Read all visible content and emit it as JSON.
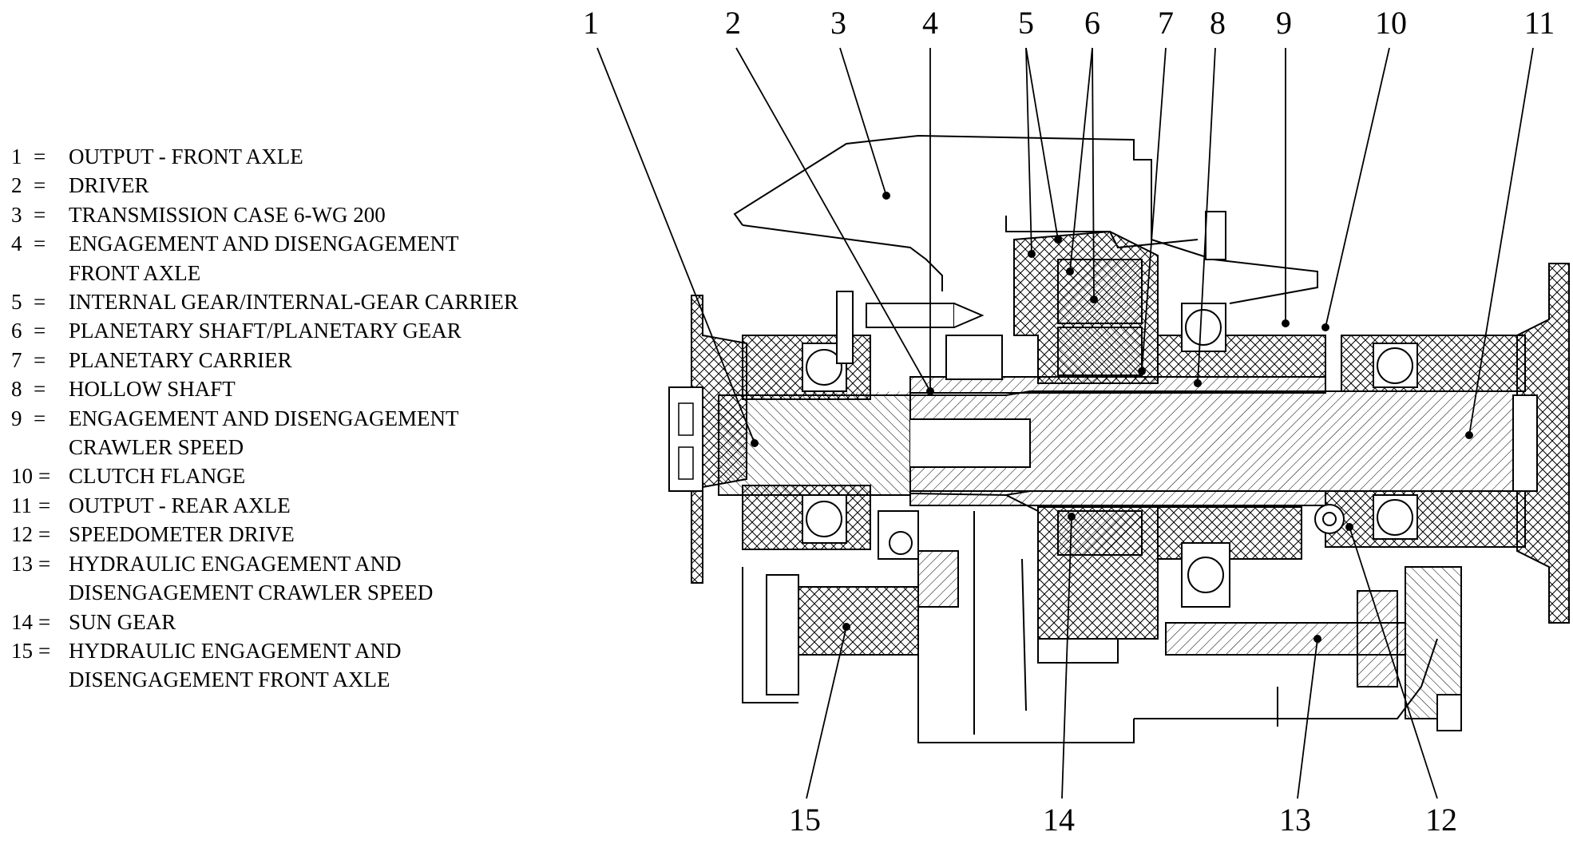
{
  "legend": [
    {
      "num": "1",
      "sep": "=",
      "lines": [
        "OUTPUT - FRONT AXLE"
      ]
    },
    {
      "num": "2",
      "sep": "=",
      "lines": [
        "DRIVER"
      ]
    },
    {
      "num": "3",
      "sep": "=",
      "lines": [
        "TRANSMISSION CASE 6-WG 200"
      ]
    },
    {
      "num": "4",
      "sep": "=",
      "lines": [
        "ENGAGEMENT AND DISENGAGEMENT",
        "FRONT AXLE"
      ]
    },
    {
      "num": "5",
      "sep": "=",
      "lines": [
        "INTERNAL GEAR/INTERNAL-GEAR CARRIER"
      ]
    },
    {
      "num": "6",
      "sep": "=",
      "lines": [
        "PLANETARY SHAFT/PLANETARY GEAR"
      ]
    },
    {
      "num": "7",
      "sep": "=",
      "lines": [
        "PLANETARY CARRIER"
      ]
    },
    {
      "num": "8",
      "sep": "=",
      "lines": [
        "HOLLOW SHAFT"
      ]
    },
    {
      "num": "9",
      "sep": "=",
      "lines": [
        "ENGAGEMENT AND DISENGAGEMENT",
        "CRAWLER SPEED"
      ]
    },
    {
      "num": "10",
      "sep": "=",
      "lines": [
        "CLUTCH FLANGE"
      ]
    },
    {
      "num": "11",
      "sep": "=",
      "lines": [
        "OUTPUT - REAR AXLE"
      ]
    },
    {
      "num": "12",
      "sep": "=",
      "lines": [
        "SPEEDOMETER DRIVE"
      ]
    },
    {
      "num": "13",
      "sep": "=",
      "lines": [
        "HYDRAULIC ENGAGEMENT AND",
        "DISENGAGEMENT CRAWLER SPEED"
      ]
    },
    {
      "num": "14",
      "sep": "=",
      "lines": [
        "SUN GEAR"
      ]
    },
    {
      "num": "15",
      "sep": "=",
      "lines": [
        "HYDRAULIC ENGAGEMENT AND",
        "DISENGAGEMENT FRONT AXLE"
      ]
    }
  ],
  "callouts": {
    "c1": "1",
    "c2": "2",
    "c3": "3",
    "c4": "4",
    "c5": "5",
    "c6": "6",
    "c7": "7",
    "c8": "8",
    "c9": "9",
    "c10": "10",
    "c11": "11",
    "c12": "12",
    "c13": "13",
    "c14": "14",
    "c15": "15"
  },
  "colors": {
    "ink": "#000000",
    "paper": "#ffffff"
  }
}
